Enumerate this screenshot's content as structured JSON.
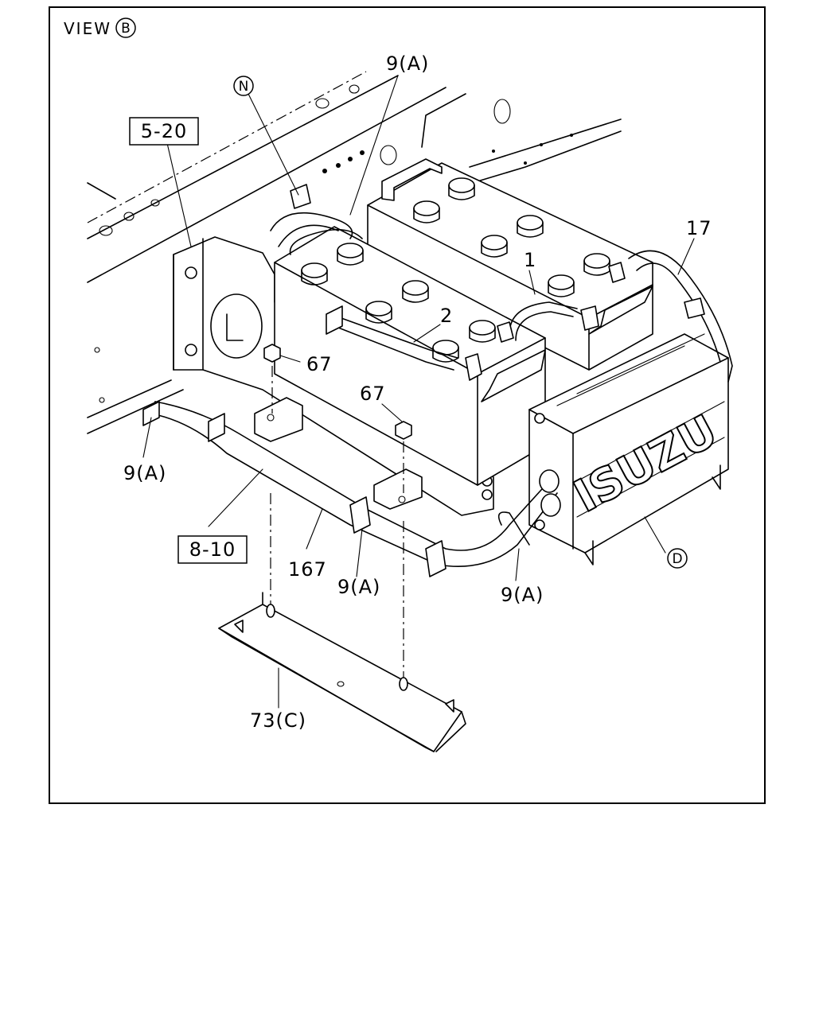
{
  "view": {
    "prefix": "VIEW",
    "letter": "B"
  },
  "logo_text": "ISUZU",
  "callouts": {
    "n_circle": "N",
    "d_circle": "D",
    "ref_5_20": "5-20",
    "ref_8_10": "8-10",
    "p_9a_top": "9(A)",
    "p_17": "17",
    "p_1": "1",
    "p_2": "2",
    "p_67_left": "67",
    "p_67_mid": "67",
    "p_9a_left": "9(A)",
    "p_167": "167",
    "p_9a_mid": "9(A)",
    "p_9a_right": "9(A)",
    "p_73c": "73(C)"
  }
}
